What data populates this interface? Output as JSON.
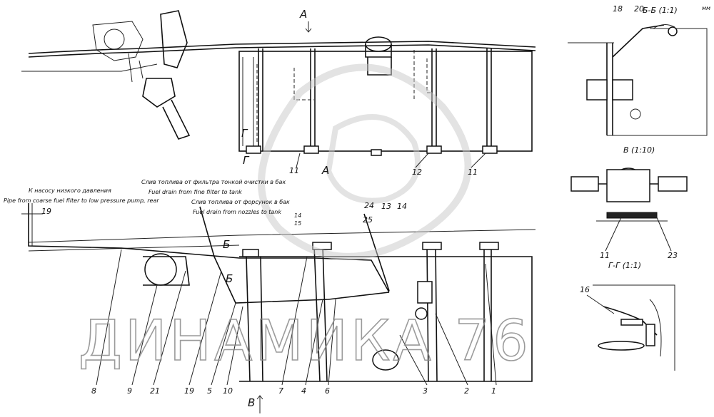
{
  "views": {
    "A_top": "А",
    "A_mid": "А",
    "B_bottom": "В",
    "section_BB": "Б-Б (1:1)",
    "section_BB_sup": "мм",
    "view_B": "В (1:10)",
    "section_GG": "Г-Г (1:1)",
    "mark_B1": "Б",
    "mark_B2": "Б",
    "mark_G1": "Г",
    "mark_G2": "Г"
  },
  "annotations": {
    "to_low_pressure_pump_ru": "К насосу низкого давления",
    "pipe_coarse_filter_en": "Pipe from coarse fuel filter to low pressure pump, rear",
    "fine_filter_drain_ru": "Слив топлива от фильтра тонкой очистки в бак",
    "fine_filter_drain_en": "Fuel drain from fine filter to tank",
    "nozzle_drain_ru": "Слив топлива от форсунок в бак",
    "nozzle_drain_en": "Fuel drain from nozzles to tank"
  },
  "callouts": {
    "c1": "1",
    "c2": "2",
    "c3": "3",
    "c4": "4",
    "c5": "5",
    "c6": "6",
    "c7": "7",
    "c8": "8",
    "c9": "9",
    "c10": "10",
    "c11a": "11",
    "c11b": "11",
    "c11c": "11",
    "c12": "12",
    "c13": "13",
    "c14a": "14",
    "c14b": "14",
    "c15": "15",
    "c16": "16",
    "c18": "18",
    "c19a": "19",
    "c19b": "19",
    "c20": "20",
    "c21": "21",
    "c23": "23",
    "c24": "24",
    "c25": "25"
  },
  "watermark": "ДИНАМИКА 76"
}
